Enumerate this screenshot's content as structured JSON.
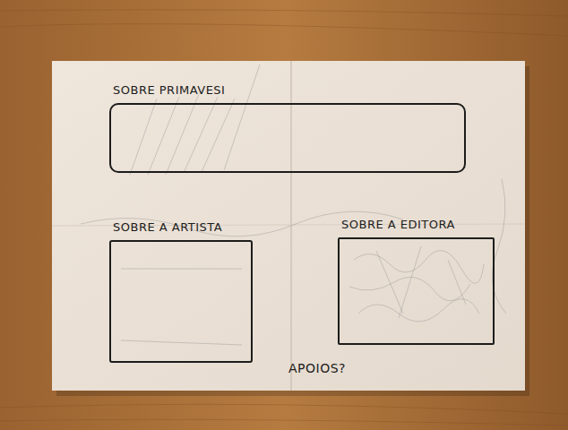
{
  "diagram": {
    "nodes": [
      {
        "text": [
          "SOBRE PRIMAVESI"
        ]
      },
      {
        "text": [
          "SOBRE A ARTISTA"
        ]
      },
      {
        "text": [
          "SOBRE A EDITORA"
        ]
      }
    ],
    "labels": [
      "APOIOS?"
    ]
  }
}
